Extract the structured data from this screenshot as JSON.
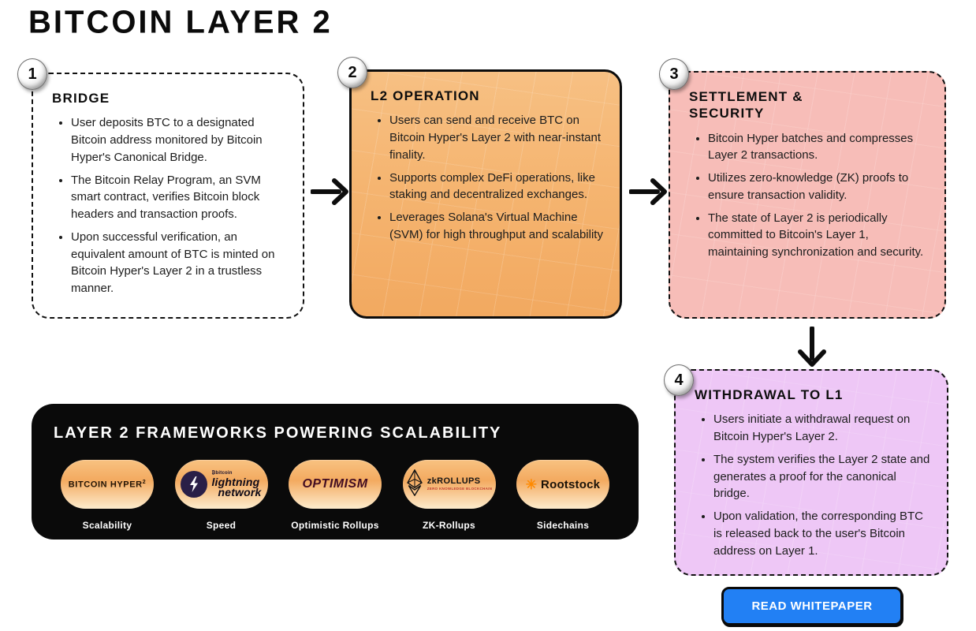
{
  "page_title": "BITCOIN LAYER 2",
  "steps": [
    {
      "number": "1",
      "heading": "BRIDGE",
      "bullets": [
        "User deposits BTC to a designated Bitcoin address monitored by Bitcoin Hyper's Canonical Bridge.",
        "The Bitcoin Relay Program, an SVM smart contract, verifies Bitcoin block headers and transaction proofs.",
        "Upon successful verification, an equivalent amount of BTC is minted on Bitcoin Hyper's Layer 2 in a trustless manner."
      ]
    },
    {
      "number": "2",
      "heading": "L2 OPERATION",
      "bullets": [
        "Users can send and receive BTC on Bitcoin Hyper's Layer 2 with near-instant finality.",
        "Supports complex DeFi operations, like staking and decentralized exchanges.",
        "Leverages Solana's Virtual Machine (SVM) for high throughput and scalability"
      ]
    },
    {
      "number": "3",
      "heading": "SETTLEMENT & SECURITY",
      "bullets": [
        "Bitcoin Hyper batches and compresses Layer 2 transactions.",
        "Utilizes zero-knowledge (ZK) proofs to ensure transaction validity.",
        "The state of Layer 2 is periodically committed to Bitcoin's Layer 1, maintaining synchronization and security."
      ]
    },
    {
      "number": "4",
      "heading": "WITHDRAWAL TO L1",
      "bullets": [
        "Users initiate a withdrawal request on Bitcoin Hyper's Layer 2.",
        "The system verifies the Layer 2 state and generates a proof for the canonical bridge.",
        "Upon validation, the corresponding BTC is released back to the user's Bitcoin address on Layer 1."
      ]
    }
  ],
  "frameworks_panel": {
    "title": "LAYER 2 FRAMEWORKS POWERING SCALABILITY",
    "items": [
      {
        "logo_text": "BITCOIN HYPER",
        "logo_sup": "2",
        "label": "Scalability"
      },
      {
        "logo_small": "₿bitcoin",
        "logo_line1": "lightning",
        "logo_line2": "network",
        "label": "Speed"
      },
      {
        "logo_text": "OPTIMISM",
        "label": "Optimistic Rollups"
      },
      {
        "logo_text": "zkROLLUPS",
        "logo_sub": "ZERO KNOWLEDGE BLOCKCHAIN",
        "label": "ZK-Rollups"
      },
      {
        "logo_text": "Rootstock",
        "label": "Sidechains"
      }
    ]
  },
  "cta": {
    "label": "READ WHITEPAPER"
  },
  "colors": {
    "step2_bg": "#F5B571",
    "step3_bg": "#F7BDB8",
    "step4_bg": "#EEC7F6",
    "panel_bg": "#0A0A0A",
    "pill_gradient_top": "#F8C281",
    "pill_gradient_bottom": "#FDECCD",
    "button_blue": "#2280F4"
  }
}
